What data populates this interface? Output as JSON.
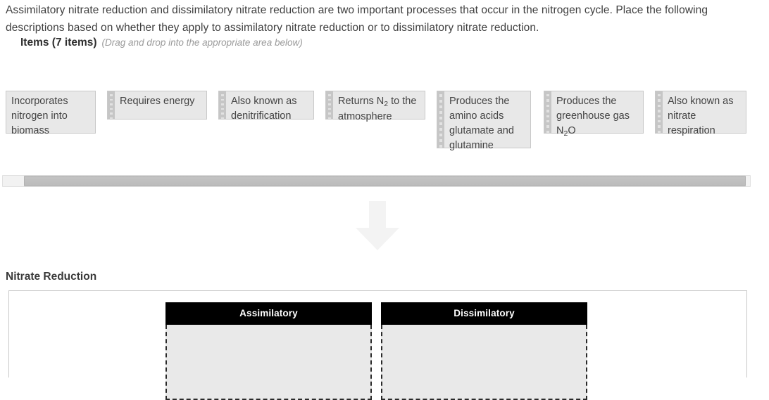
{
  "prompt": {
    "text": "Assimilatory nitrate reduction and dissimilatory nitrate reduction are two important processes that occur in the nitrogen cycle. Place the following descriptions based on whether they apply to assimilatory nitrate reduction or to dissimilatory nitrate reduction."
  },
  "items_section": {
    "title": "Items (7 items)",
    "hint": "(Drag and drop into the appropriate area below)",
    "items": [
      {
        "id": "item-1",
        "text": "Incorporates nitrogen into biomass",
        "has_grip": false
      },
      {
        "id": "item-2",
        "text": "Requires energy",
        "has_grip": true
      },
      {
        "id": "item-3",
        "text": "Also known as denitrification",
        "has_grip": true
      },
      {
        "id": "item-4",
        "text": "Returns N₂ to the atmosphere",
        "has_grip": true
      },
      {
        "id": "item-5",
        "text": "Produces the amino acids glutamate and glutamine",
        "has_grip": true
      },
      {
        "id": "item-6",
        "text": "Produces the greenhouse gas N₂O",
        "has_grip": true
      },
      {
        "id": "item-7",
        "text": "Also known as nitrate respiration",
        "has_grip": true
      }
    ]
  },
  "scrollbar": {
    "orientation": "horizontal",
    "thumb_position_percent": 3
  },
  "arrow": {
    "direction": "down",
    "color": "#f3f3f3"
  },
  "drop_area": {
    "title": "Nitrate Reduction",
    "columns": [
      {
        "id": "col-assimilatory",
        "label": "Assimilatory",
        "dropped_items": []
      },
      {
        "id": "col-dissimilatory",
        "label": "Dissimilatory",
        "dropped_items": []
      }
    ]
  },
  "colors": {
    "card_background": "#e8e8e8",
    "card_border": "#c9c9c9",
    "grip": "#c6c6c6",
    "header_background": "#000000",
    "header_text": "#ffffff",
    "dropzone_background": "#e9e9e9",
    "text": "#3f3f3f",
    "hint_text": "#9a9a9a"
  }
}
